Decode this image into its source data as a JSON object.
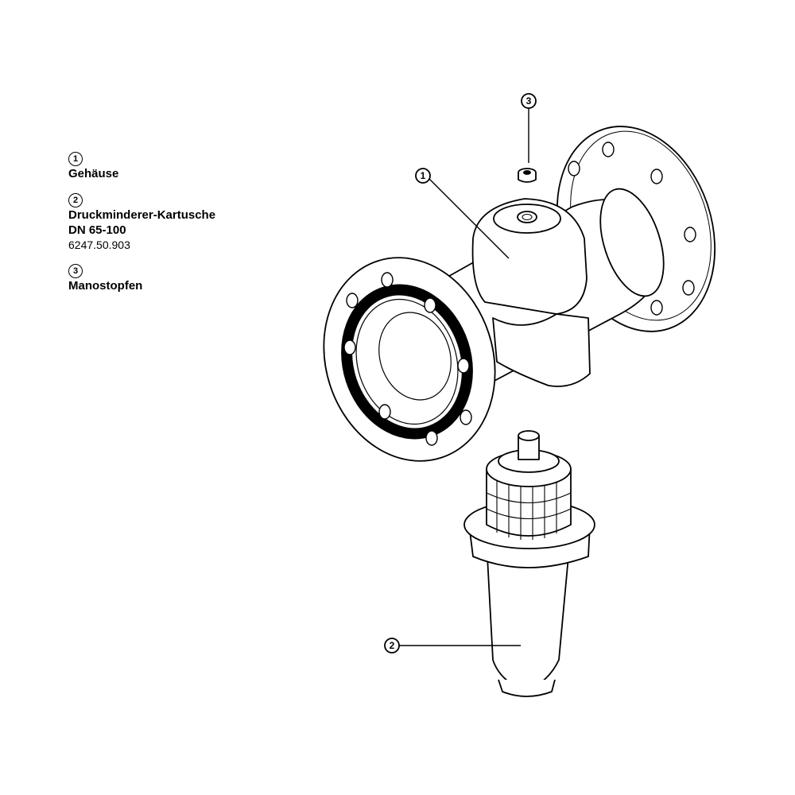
{
  "legend": [
    {
      "number": "1",
      "title": "Gehäuse"
    },
    {
      "number": "2",
      "title": "Druckminderer-Kartusche",
      "subtitle": "DN 65-100",
      "article": "6247.50.903"
    },
    {
      "number": "3",
      "title": "Manostopfen"
    }
  ],
  "callouts": {
    "c1": "1",
    "c2": "2",
    "c3": "3"
  }
}
